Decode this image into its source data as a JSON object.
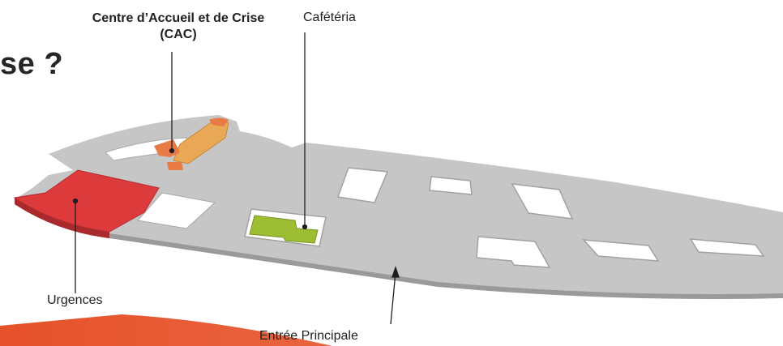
{
  "heading_fragment": "se ?",
  "labels": {
    "cac_line1": "Centre d’Accueil et de Crise",
    "cac_line2": "(CAC)",
    "cafeteria": "Cafétéria",
    "urgences": "Urgences",
    "entree": "Entrée Principale"
  },
  "colors": {
    "building": "#c6c6c6",
    "building_edge": "#9a9a9a",
    "urgences": "#dd3a3c",
    "cac": "#e87a45",
    "cac_extension": "#e9a855",
    "cafeteria": "#9dbd33",
    "accent_stripe": "#e6522a"
  }
}
